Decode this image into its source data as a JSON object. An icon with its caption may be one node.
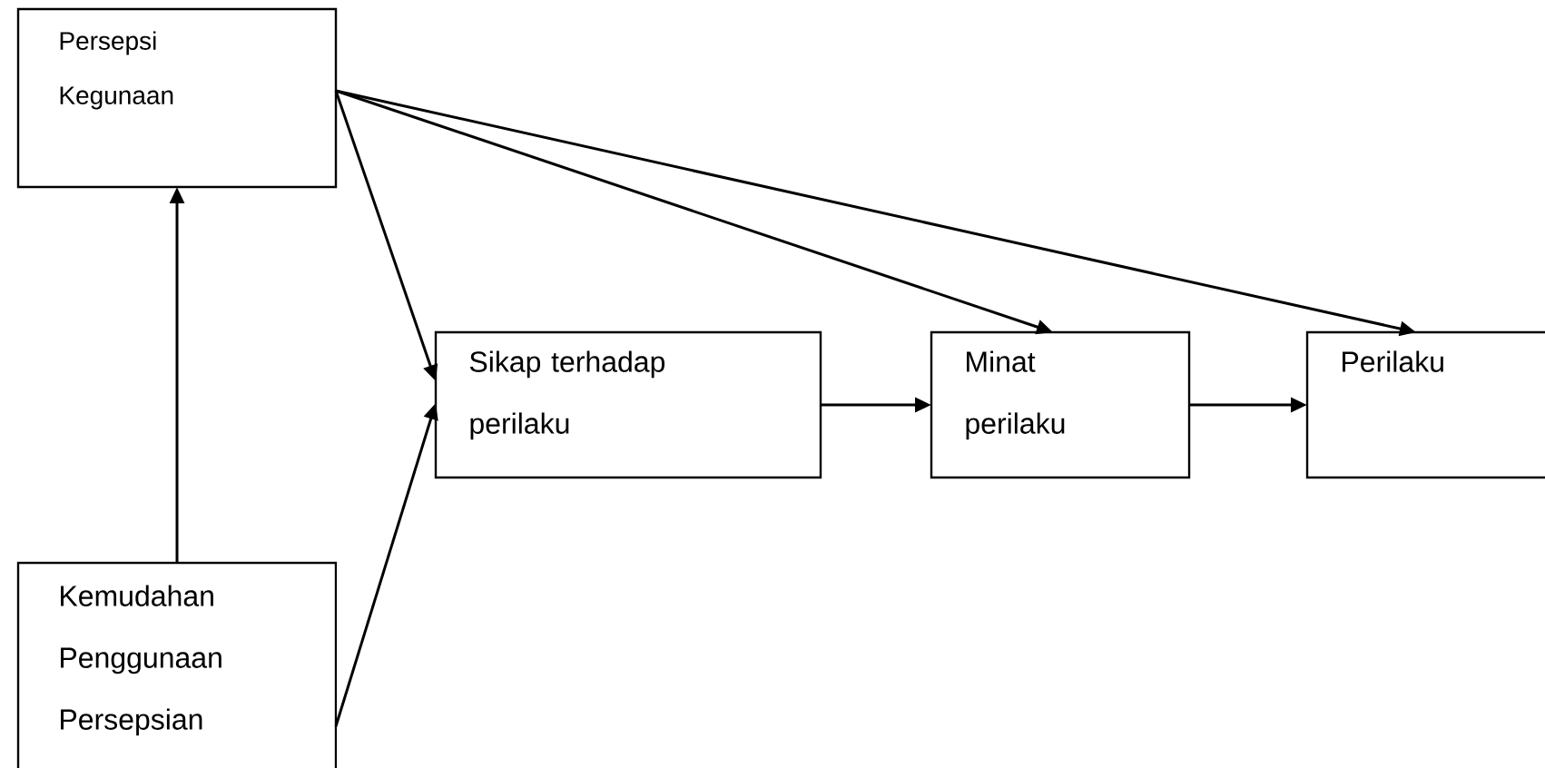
{
  "diagram": {
    "nodes": [
      {
        "text": [
          "Persepsi Kegunaan"
        ]
      },
      {
        "text": [
          "Sikap terhadap perilaku"
        ]
      },
      {
        "text": [
          "Minat perilaku"
        ]
      },
      {
        "text": [
          "Perilaku"
        ]
      },
      {
        "text": [
          "Kemudahan Penggunaan Persepsian"
        ]
      }
    ],
    "edges": [
      {
        "from": 4,
        "to": 0,
        "arrow": "to"
      },
      {
        "from": 0,
        "to": 1,
        "arrow": "to"
      },
      {
        "from": 4,
        "to": 1,
        "arrow": "to"
      },
      {
        "from": 0,
        "to": 2,
        "arrow": "to"
      },
      {
        "from": 0,
        "to": 3,
        "arrow": "to"
      },
      {
        "from": 1,
        "to": 2,
        "arrow": "to"
      },
      {
        "from": 2,
        "to": 3,
        "arrow": "to"
      }
    ]
  }
}
